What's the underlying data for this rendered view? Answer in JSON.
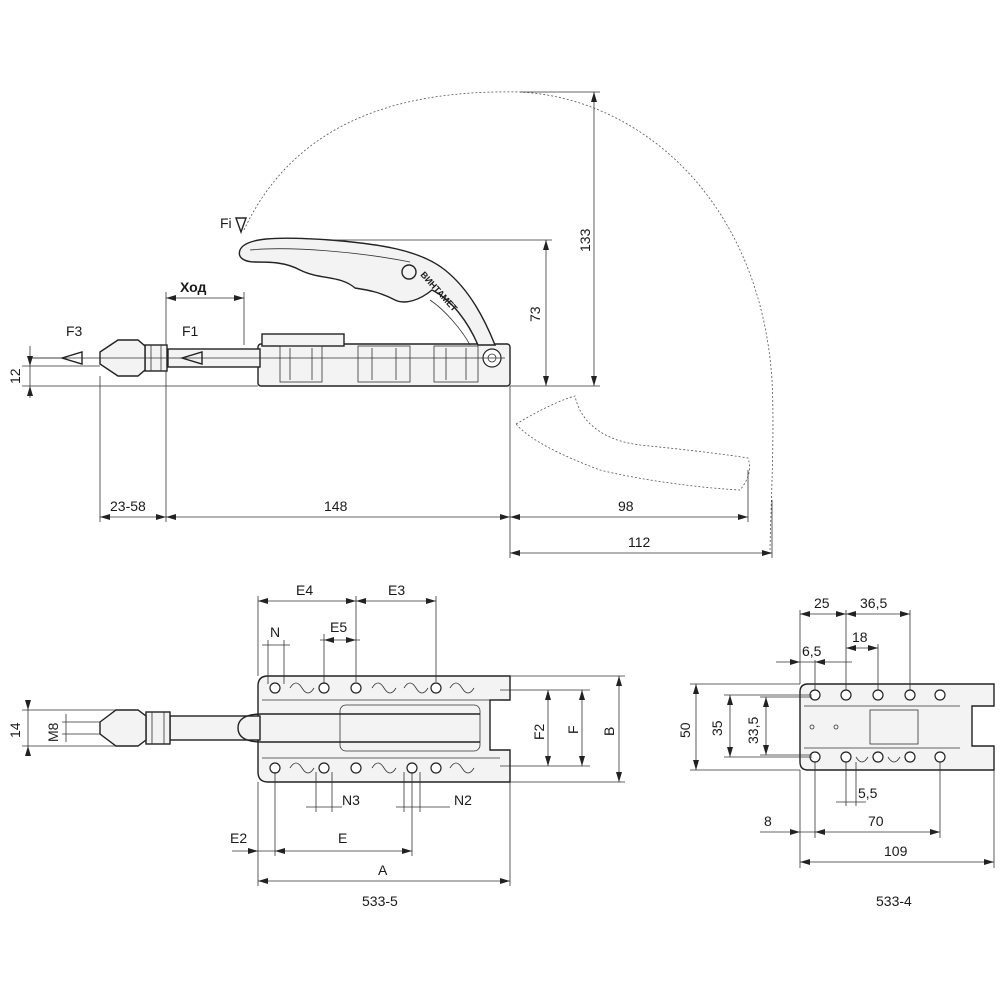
{
  "labels": {
    "fi": "Fi",
    "hod": "Ход",
    "f3": "F3",
    "f1": "F1",
    "brand": "ВИНТАМЕТ",
    "d133": "133",
    "d73": "73",
    "d12": "12",
    "d23_58": "23-58",
    "d148": "148",
    "d98": "98",
    "d112": "112",
    "e4": "E4",
    "e3": "E3",
    "n": "N",
    "e5": "E5",
    "d14": "14",
    "m8": "M8",
    "f2": "F2",
    "f": "F",
    "b": "B",
    "n3": "N3",
    "n2": "N2",
    "e2": "E2",
    "e": "E",
    "a": "A",
    "model_left": "533-5",
    "d25": "25",
    "d36_5": "36,5",
    "d18": "18",
    "d6_5": "6,5",
    "d50": "50",
    "d35": "35",
    "d33_5": "33,5",
    "d5_5": "5,5",
    "d8": "8",
    "d70": "70",
    "d109": "109",
    "model_right": "533-4"
  }
}
